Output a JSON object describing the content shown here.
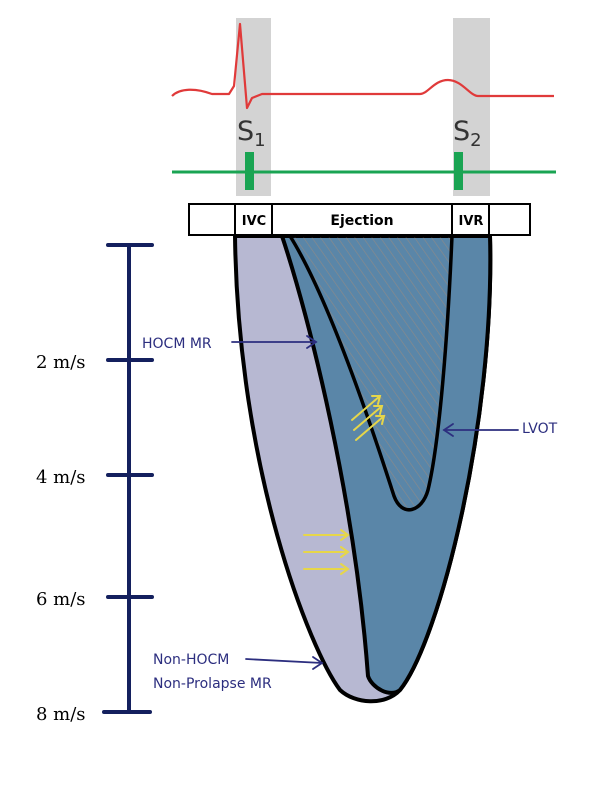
{
  "heart_sounds": {
    "s1": "S",
    "s1_sub": "1",
    "s2": "S",
    "s2_sub": "2"
  },
  "phases": {
    "ivc": "IVC",
    "ejection": "Ejection",
    "ivr": "IVR"
  },
  "velocity_scale": {
    "ticks": [
      "2 m/s",
      "4 m/s",
      "6 m/s",
      "8 m/s"
    ]
  },
  "annotations": {
    "hocm_mr": "HOCM MR",
    "lvot": "LVOT",
    "non_hocm_line1": "Non-HOCM",
    "non_hocm_line2": "Non-Prolapse MR"
  },
  "colors": {
    "ecg": "#e03a3a",
    "phono": "#1aa453",
    "shade": "#d3d3d3",
    "scale": "#14205e",
    "label": "#2c2e7f",
    "outer_envelope": "#b7b8d2",
    "inner_envelope": "#5a86a8",
    "flow_arrows": "#e6d64a"
  }
}
